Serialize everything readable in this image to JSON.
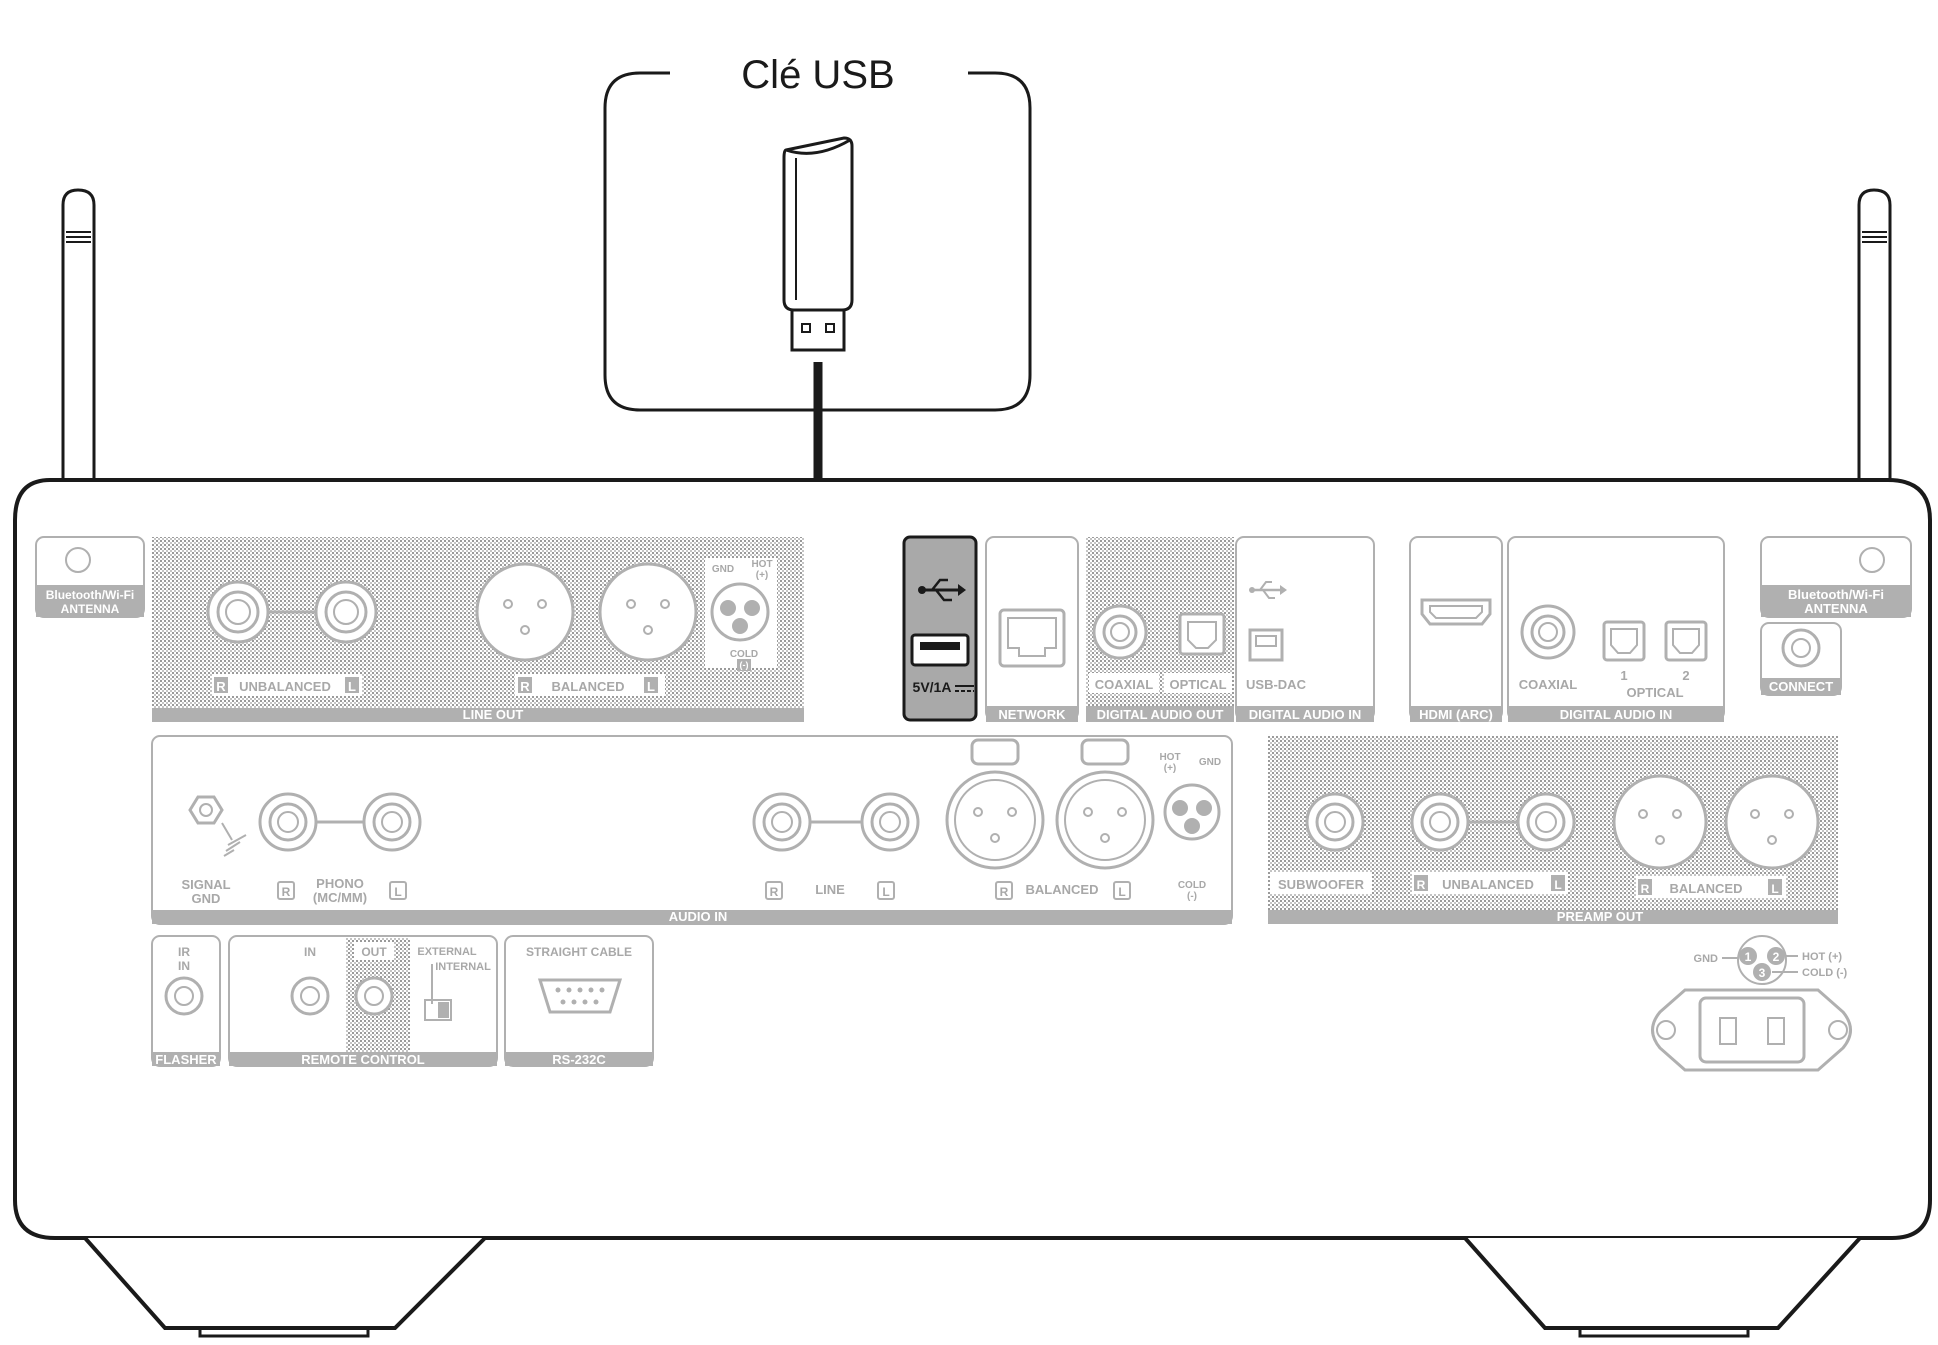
{
  "callout": {
    "title": "Clé USB"
  },
  "antenna": {
    "left_label_1": "Bluetooth/Wi-Fi",
    "left_label_2": "ANTENNA",
    "right_label_1": "Bluetooth/Wi-Fi",
    "right_label_2": "ANTENNA"
  },
  "line_out": {
    "section": "LINE OUT",
    "unbalanced": "UNBALANCED",
    "balanced": "BALANCED",
    "r": "R",
    "l": "L",
    "gnd": "GND",
    "hot": "HOT",
    "hot_sign": "(+)",
    "cold": "COLD",
    "cold_sign": "(-)"
  },
  "usb": {
    "rating": "5V/1A"
  },
  "network": {
    "label": "NETWORK"
  },
  "digital_audio_out": {
    "section": "DIGITAL AUDIO OUT",
    "coaxial": "COAXIAL",
    "optical": "OPTICAL"
  },
  "usb_dac": {
    "label": "USB-DAC",
    "section": "DIGITAL AUDIO IN"
  },
  "hdmi": {
    "label": "HDMI (ARC)"
  },
  "digital_audio_in": {
    "section": "DIGITAL AUDIO IN",
    "coaxial": "COAXIAL",
    "optical": "OPTICAL",
    "n1": "1",
    "n2": "2"
  },
  "connect": {
    "label": "CONNECT"
  },
  "audio_in": {
    "section": "AUDIO IN",
    "signal": "SIGNAL",
    "gnd": "GND",
    "phono": "PHONO",
    "phono_sub": "(MC/MM)",
    "line": "LINE",
    "balanced": "BALANCED",
    "r": "R",
    "l": "L",
    "hot": "HOT",
    "hot_sign": "(+)",
    "gnd2": "GND",
    "cold": "COLD",
    "cold_sign": "(-)"
  },
  "preamp_out": {
    "section": "PREAMP OUT",
    "subwoofer": "SUBWOOFER",
    "unbalanced": "UNBALANCED",
    "balanced": "BALANCED",
    "r": "R",
    "l": "L"
  },
  "xlr_legend": {
    "gnd": "GND",
    "hot": "HOT (+)",
    "cold": "COLD (-)",
    "p1": "1",
    "p2": "2",
    "p3": "3"
  },
  "flasher": {
    "ir": "IR",
    "in": "IN",
    "label": "FLASHER"
  },
  "remote": {
    "in": "IN",
    "out": "OUT",
    "external": "EXTERNAL",
    "internal": "INTERNAL",
    "label": "REMOTE CONTROL"
  },
  "rs232": {
    "cable": "STRAIGHT CABLE",
    "label": "RS-232C"
  }
}
